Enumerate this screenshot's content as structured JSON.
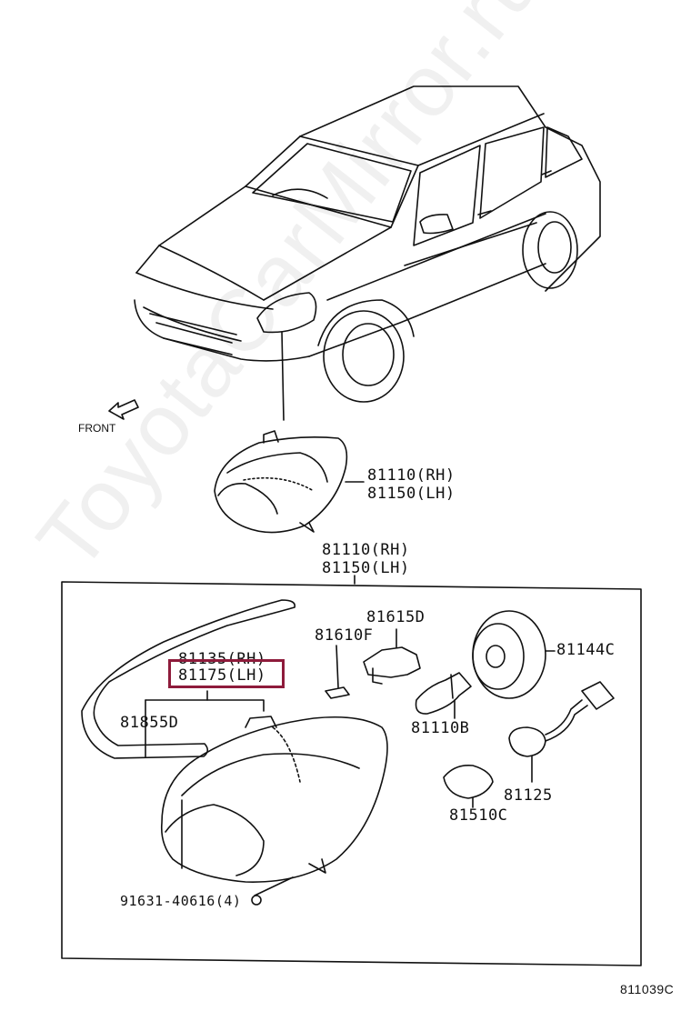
{
  "watermark": "ToyotaCarMirror.ru",
  "front_label": "FRONT",
  "drawing_code": "811039C",
  "callouts": {
    "upper_rh": "81110(RH)",
    "upper_lh": "81150(LH)",
    "box_rh": "81110(RH)",
    "box_lh": "81150(LH)",
    "part_81135": "81135(RH)",
    "part_81175": "81175(LH)",
    "part_81855": "81855D",
    "part_81610": "81610F",
    "part_81615": "81615D",
    "part_81144": "81144C",
    "part_81110b": "81110B",
    "part_81125": "81125",
    "part_81510": "81510C",
    "part_91631": "91631-40616(4)"
  },
  "colors": {
    "line": "#111111",
    "highlight": "#8e1b3b"
  }
}
